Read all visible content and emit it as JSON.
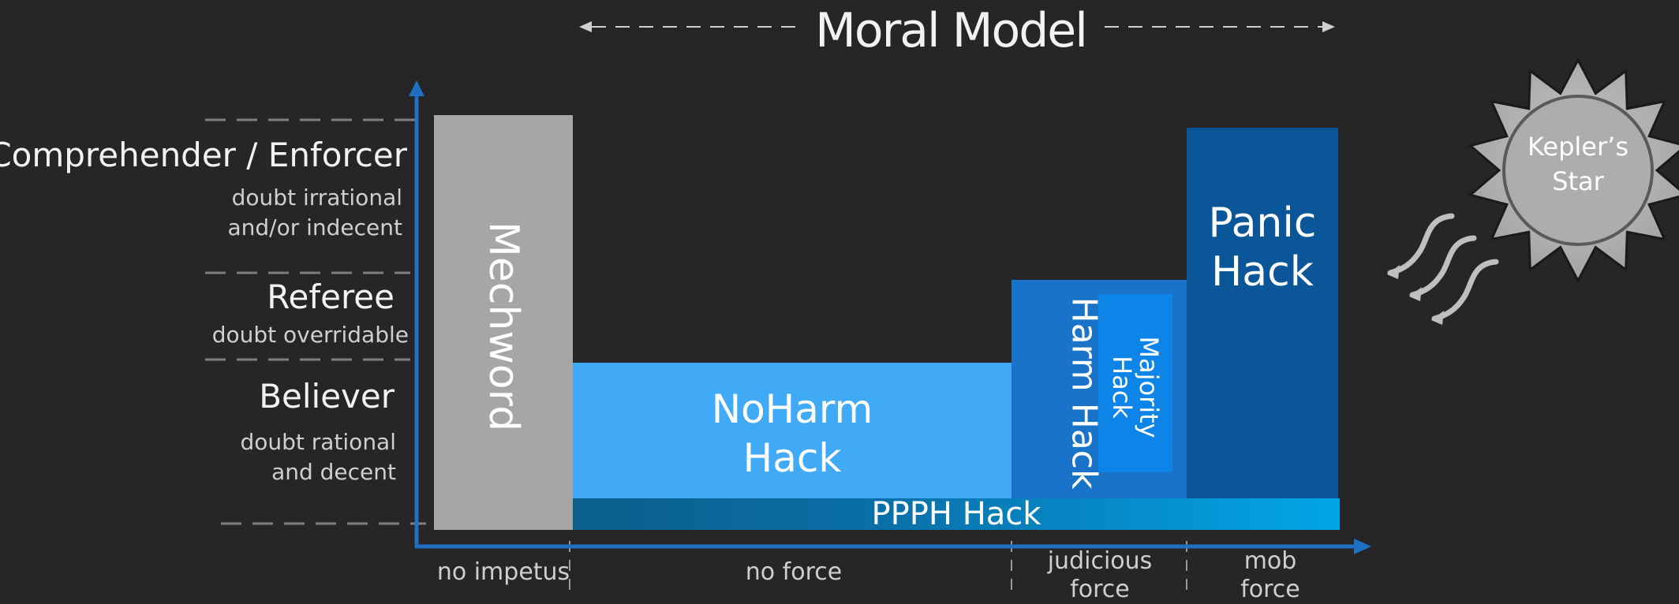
{
  "title": "Moral Model",
  "levels": [
    {
      "heading": "Comprehender / Enforcer",
      "desc": [
        "doubt irrational",
        "and/or indecent"
      ]
    },
    {
      "heading": "Referee",
      "desc": [
        "doubt overridable"
      ]
    },
    {
      "heading": "Believer",
      "desc": [
        "doubt rational",
        "and decent"
      ]
    }
  ],
  "blocks": {
    "mechword": "Mechword",
    "noharm": [
      "NoHarm",
      "Hack"
    ],
    "harm": "Harm Hack",
    "majority": [
      "Majority",
      "Hack"
    ],
    "panic": [
      "Panic",
      "Hack"
    ],
    "ppph": "PPPH Hack"
  },
  "x_labels": [
    {
      "lines": [
        "no impetus"
      ]
    },
    {
      "lines": [
        "no force"
      ]
    },
    {
      "lines": [
        "judicious",
        "force"
      ]
    },
    {
      "lines": [
        "mob",
        "force"
      ]
    }
  ],
  "star": {
    "lines": [
      "Kepler’s",
      "Star"
    ]
  },
  "colors": {
    "background": "#262626",
    "mechword": "#a6a6a6",
    "noharm": "#41aaf6",
    "harm": "#1873c9",
    "majority": "#0d84e8",
    "panic": "#0a5698",
    "ppph_start": "#0b5f8c",
    "ppph_end": "#02a6e8",
    "axis": "#1f6fc2"
  },
  "icons": [
    "dashed-arrow-left-icon",
    "dashed-arrow-right-icon",
    "wavy-arrow-icon",
    "star-burst-icon"
  ]
}
